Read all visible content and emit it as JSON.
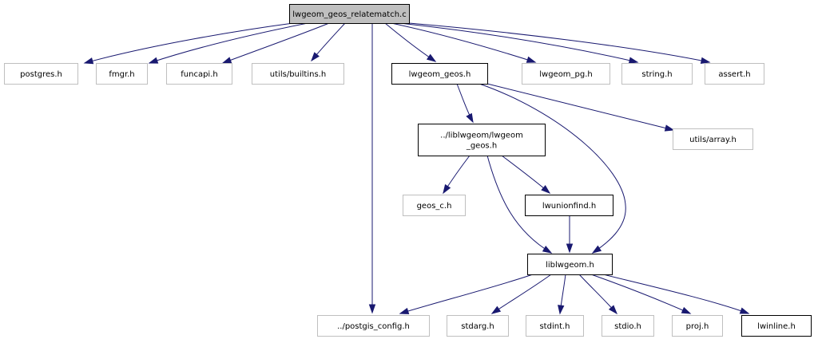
{
  "diagram": {
    "title": "lwgeom_geos_relatematch.c",
    "type": "include-dependency-graph",
    "colors": {
      "edge": "#191970",
      "root_fill": "#bfbfbf",
      "documented_border": "#000000",
      "external_border": "#bfbfbf"
    },
    "nodes": [
      {
        "id": "root",
        "label": "lwgeom_geos_relatematch.c",
        "kind": "root"
      },
      {
        "id": "postgres",
        "label": "postgres.h",
        "kind": "external"
      },
      {
        "id": "fmgr",
        "label": "fmgr.h",
        "kind": "external"
      },
      {
        "id": "funcapi",
        "label": "funcapi.h",
        "kind": "external"
      },
      {
        "id": "builtins",
        "label": "utils/builtins.h",
        "kind": "external"
      },
      {
        "id": "lwgeom_geos",
        "label": "lwgeom_geos.h",
        "kind": "documented"
      },
      {
        "id": "lwgeom_pg",
        "label": "lwgeom_pg.h",
        "kind": "external"
      },
      {
        "id": "string",
        "label": "string.h",
        "kind": "external"
      },
      {
        "id": "assert",
        "label": "assert.h",
        "kind": "external"
      },
      {
        "id": "lib_lwgeom_geos",
        "label": "../liblwgeom/lwgeom\n_geos.h",
        "kind": "documented"
      },
      {
        "id": "array",
        "label": "utils/array.h",
        "kind": "external"
      },
      {
        "id": "geos_c",
        "label": "geos_c.h",
        "kind": "external"
      },
      {
        "id": "lwunionfind",
        "label": "lwunionfind.h",
        "kind": "documented"
      },
      {
        "id": "liblwgeom",
        "label": "liblwgeom.h",
        "kind": "documented"
      },
      {
        "id": "postgis_config",
        "label": "../postgis_config.h",
        "kind": "external"
      },
      {
        "id": "stdarg",
        "label": "stdarg.h",
        "kind": "external"
      },
      {
        "id": "stdint",
        "label": "stdint.h",
        "kind": "external"
      },
      {
        "id": "stdio",
        "label": "stdio.h",
        "kind": "external"
      },
      {
        "id": "proj",
        "label": "proj.h",
        "kind": "external"
      },
      {
        "id": "lwinline",
        "label": "lwinline.h",
        "kind": "documented"
      }
    ],
    "edges": [
      {
        "from": "root",
        "to": "postgres"
      },
      {
        "from": "root",
        "to": "fmgr"
      },
      {
        "from": "root",
        "to": "funcapi"
      },
      {
        "from": "root",
        "to": "builtins"
      },
      {
        "from": "root",
        "to": "postgis_config"
      },
      {
        "from": "root",
        "to": "lwgeom_geos"
      },
      {
        "from": "root",
        "to": "lwgeom_pg"
      },
      {
        "from": "root",
        "to": "string"
      },
      {
        "from": "root",
        "to": "assert"
      },
      {
        "from": "lwgeom_geos",
        "to": "lib_lwgeom_geos"
      },
      {
        "from": "lwgeom_geos",
        "to": "liblwgeom"
      },
      {
        "from": "lwgeom_geos",
        "to": "array"
      },
      {
        "from": "lib_lwgeom_geos",
        "to": "geos_c"
      },
      {
        "from": "lib_lwgeom_geos",
        "to": "liblwgeom"
      },
      {
        "from": "lib_lwgeom_geos",
        "to": "lwunionfind"
      },
      {
        "from": "lwunionfind",
        "to": "liblwgeom"
      },
      {
        "from": "liblwgeom",
        "to": "postgis_config"
      },
      {
        "from": "liblwgeom",
        "to": "stdarg"
      },
      {
        "from": "liblwgeom",
        "to": "stdint"
      },
      {
        "from": "liblwgeom",
        "to": "stdio"
      },
      {
        "from": "liblwgeom",
        "to": "proj"
      },
      {
        "from": "liblwgeom",
        "to": "lwinline"
      }
    ]
  }
}
